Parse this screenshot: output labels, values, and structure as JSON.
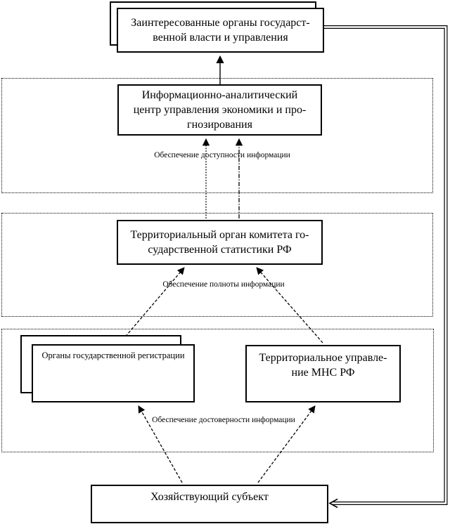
{
  "page": {
    "background": "#ffffff",
    "line_color": "#000000"
  },
  "boxes": {
    "authorities": "Заинтересованные органы государст-\nвенной власти и управления",
    "analytics_center": "Информационно-аналитический\nцентр управления экономики и про-\nгнозирования",
    "statistics_committee": "Территориальный орган комитета го-\nсударственной статистики РФ",
    "registration_bodies": "Органы государственной регистрации",
    "tax_department": "Территориальное управле-\nние МНС РФ",
    "business_entity": "Хозяйствующий субъект"
  },
  "labels": {
    "accessibility": "Обеспечение доступности информации",
    "completeness": "Обеспечение полноты информации",
    "reliability": "Обеспечение достоверности информации"
  }
}
